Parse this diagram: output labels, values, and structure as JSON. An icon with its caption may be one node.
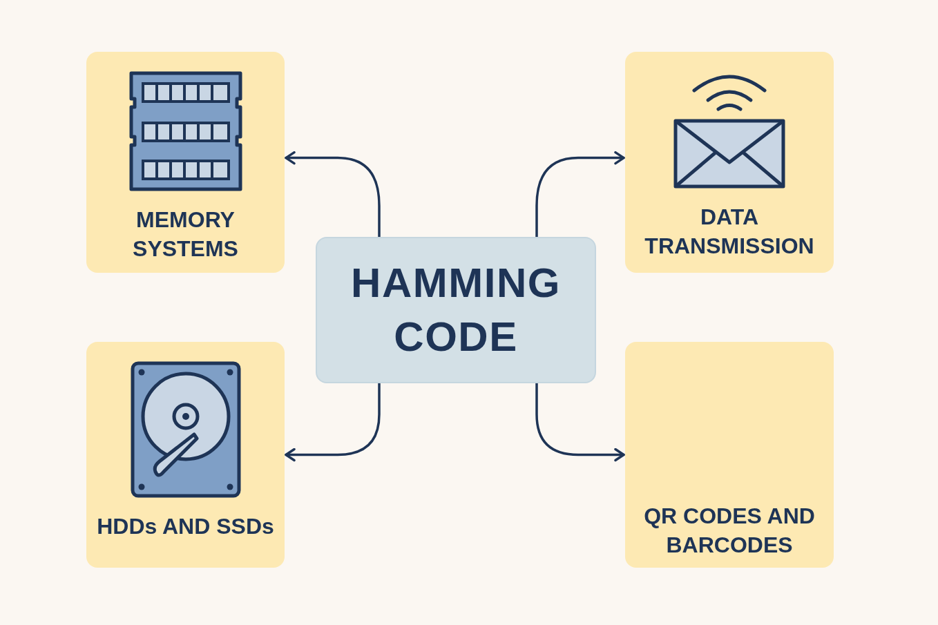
{
  "diagram": {
    "nodes": [
      {
        "text": [
          "HAMMING CODE"
        ]
      },
      {
        "text": [
          "MEMORY SYSTEMS"
        ]
      },
      {
        "text": [
          "DATA TRANSMISSION"
        ]
      },
      {
        "text": [
          "HDDs AND SSDs"
        ]
      },
      {
        "text": [
          "QR CODES AND BARCODES"
        ]
      }
    ],
    "edges": [
      {
        "from": 0,
        "to": 1,
        "arrow": "to"
      },
      {
        "from": 0,
        "to": 2,
        "arrow": "to"
      },
      {
        "from": 0,
        "to": 3,
        "arrow": "to"
      },
      {
        "from": 0,
        "to": 4,
        "arrow": "to"
      }
    ]
  }
}
